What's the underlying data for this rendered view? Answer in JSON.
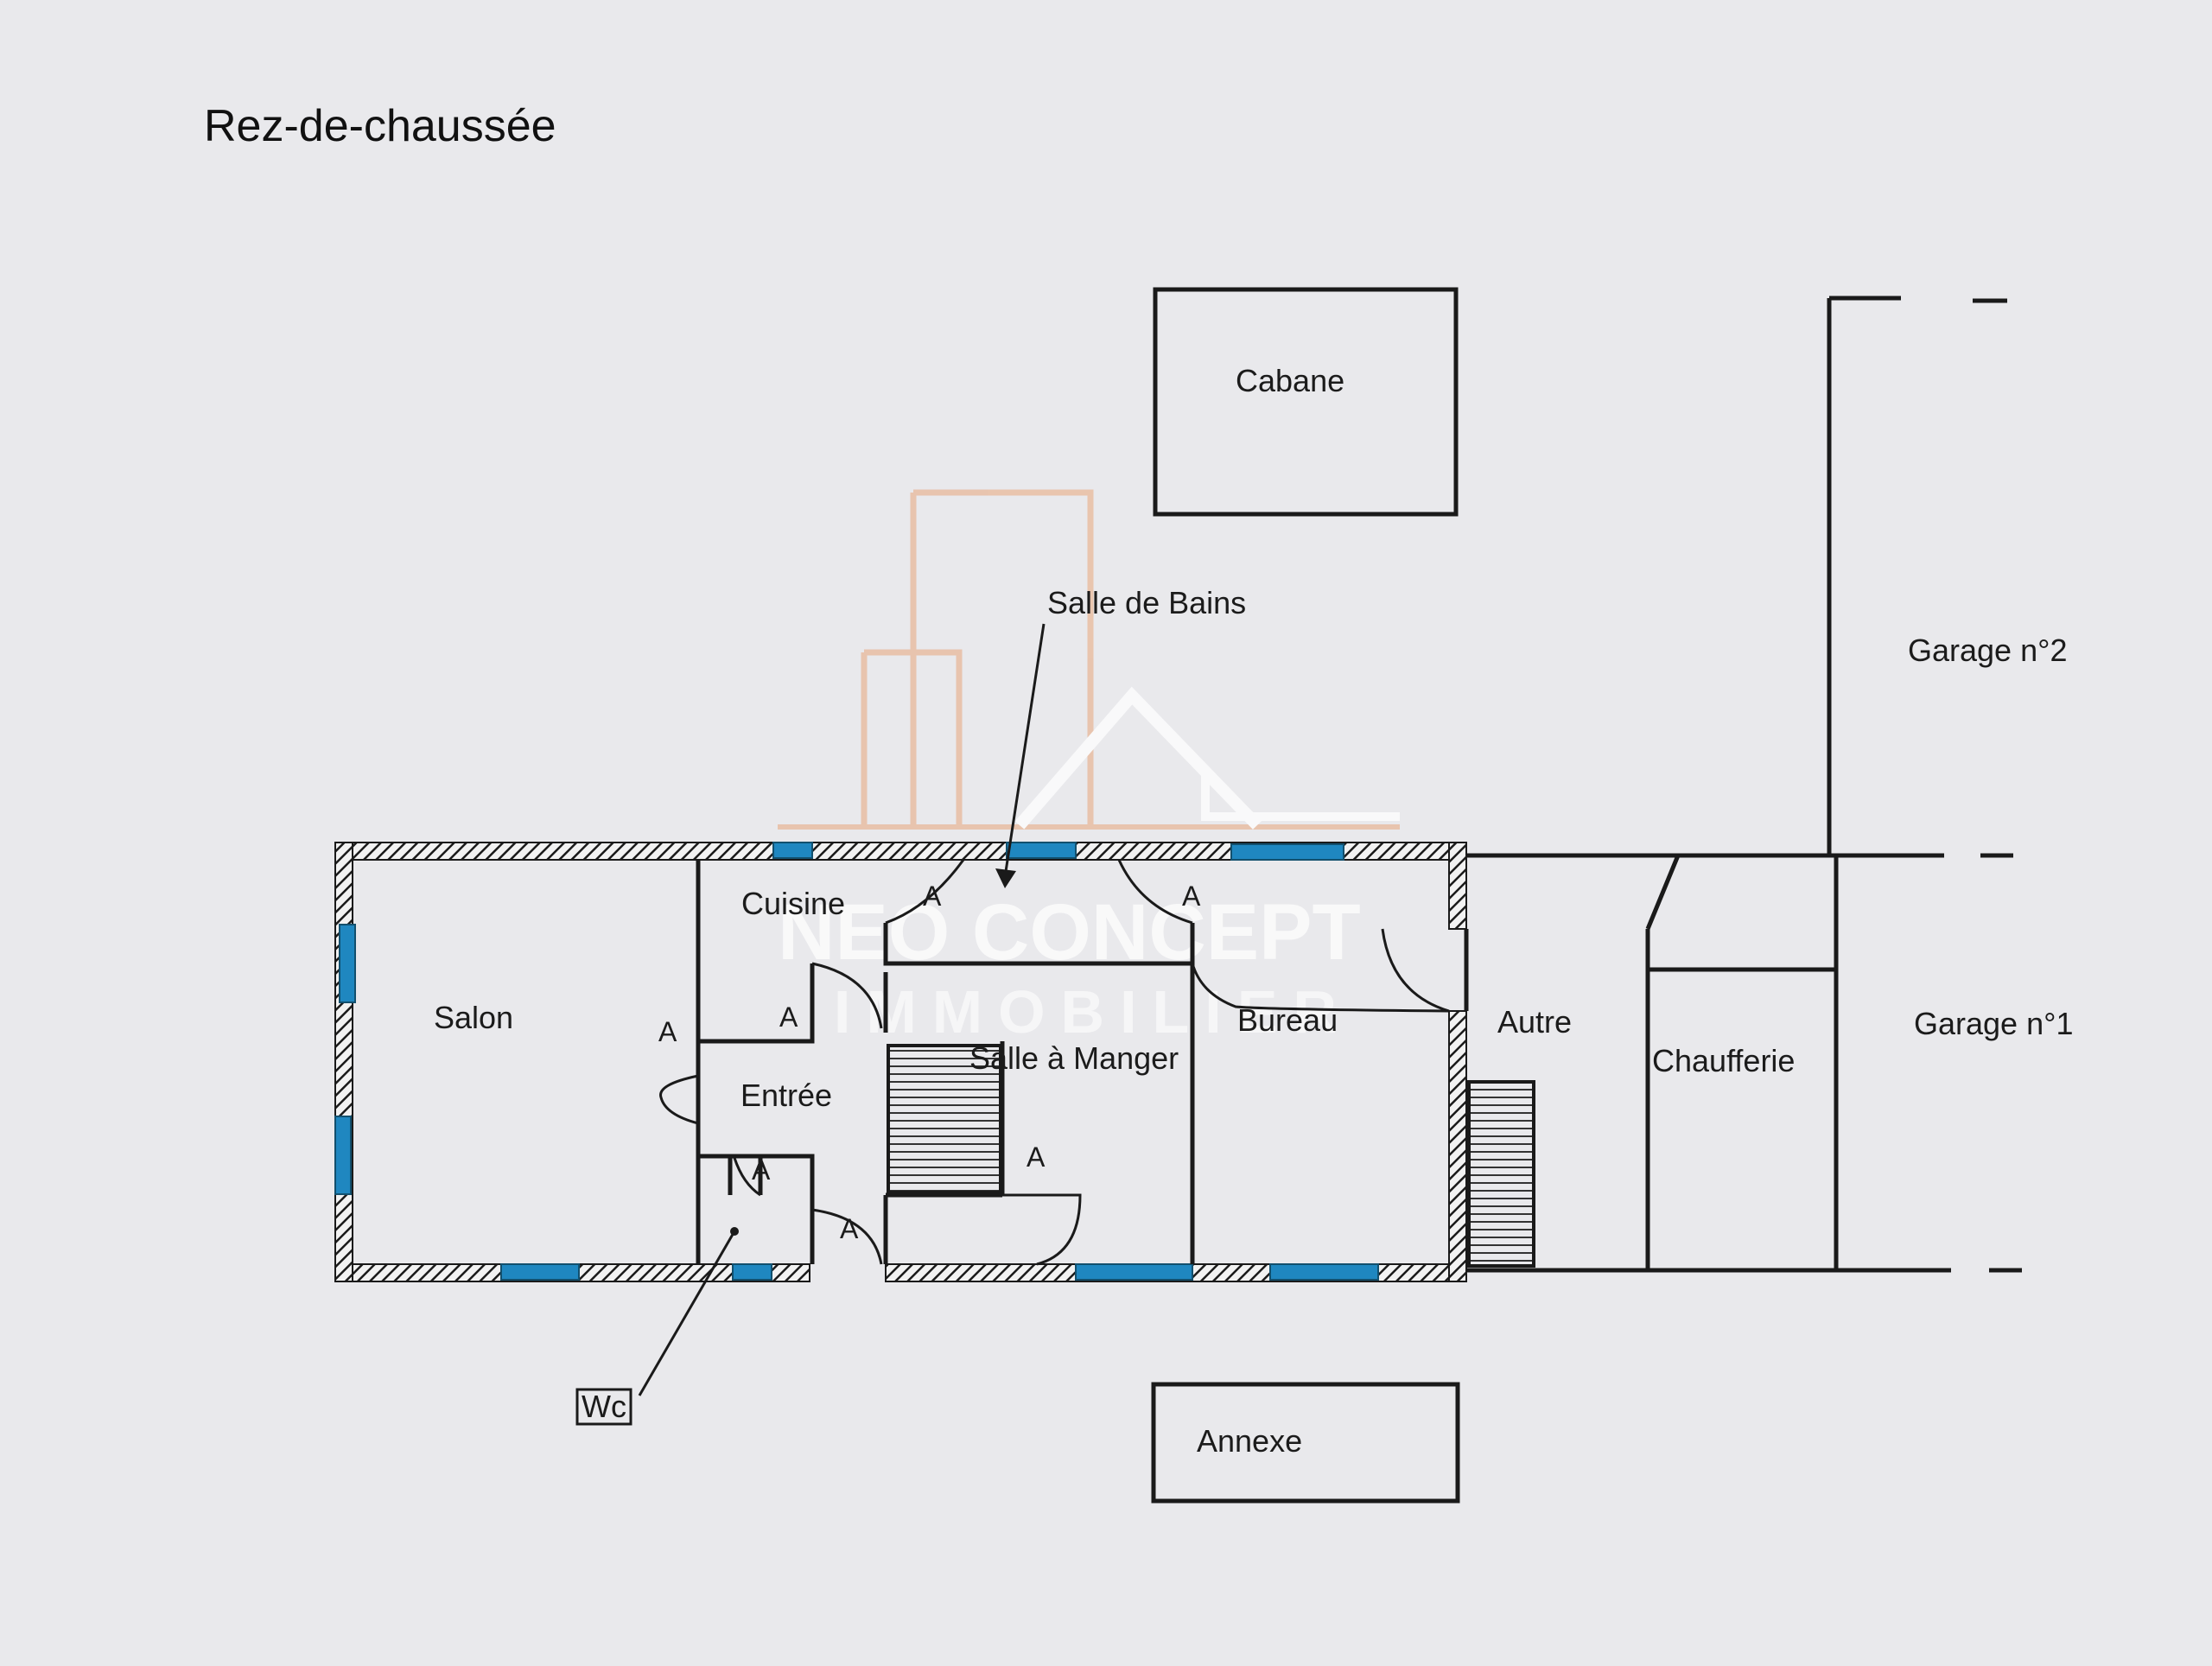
{
  "title": "Rez-de-chaussée",
  "rooms": {
    "cabane": "Cabane",
    "salle_de_bains": "Salle de Bains",
    "garage_2": "Garage n°2",
    "cuisine": "Cuisine",
    "salon": "Salon",
    "bureau": "Bureau",
    "autre": "Autre",
    "garage_1": "Garage n°1",
    "salle_a_manger": "Salle à Manger",
    "chaufferie": "Chaufferie",
    "entree": "Entrée",
    "wc": "Wc",
    "annexe": "Annexe"
  },
  "door_marker": "A",
  "watermark": {
    "line1": "NEO CONCEPT",
    "line2": "IMMOBILIER"
  },
  "colors": {
    "background": "#e9e9ec",
    "wall": "#1a1a1a",
    "window": "#1f87c0",
    "watermark_orange": "#e8b89a",
    "watermark_white": "#ffffff"
  }
}
